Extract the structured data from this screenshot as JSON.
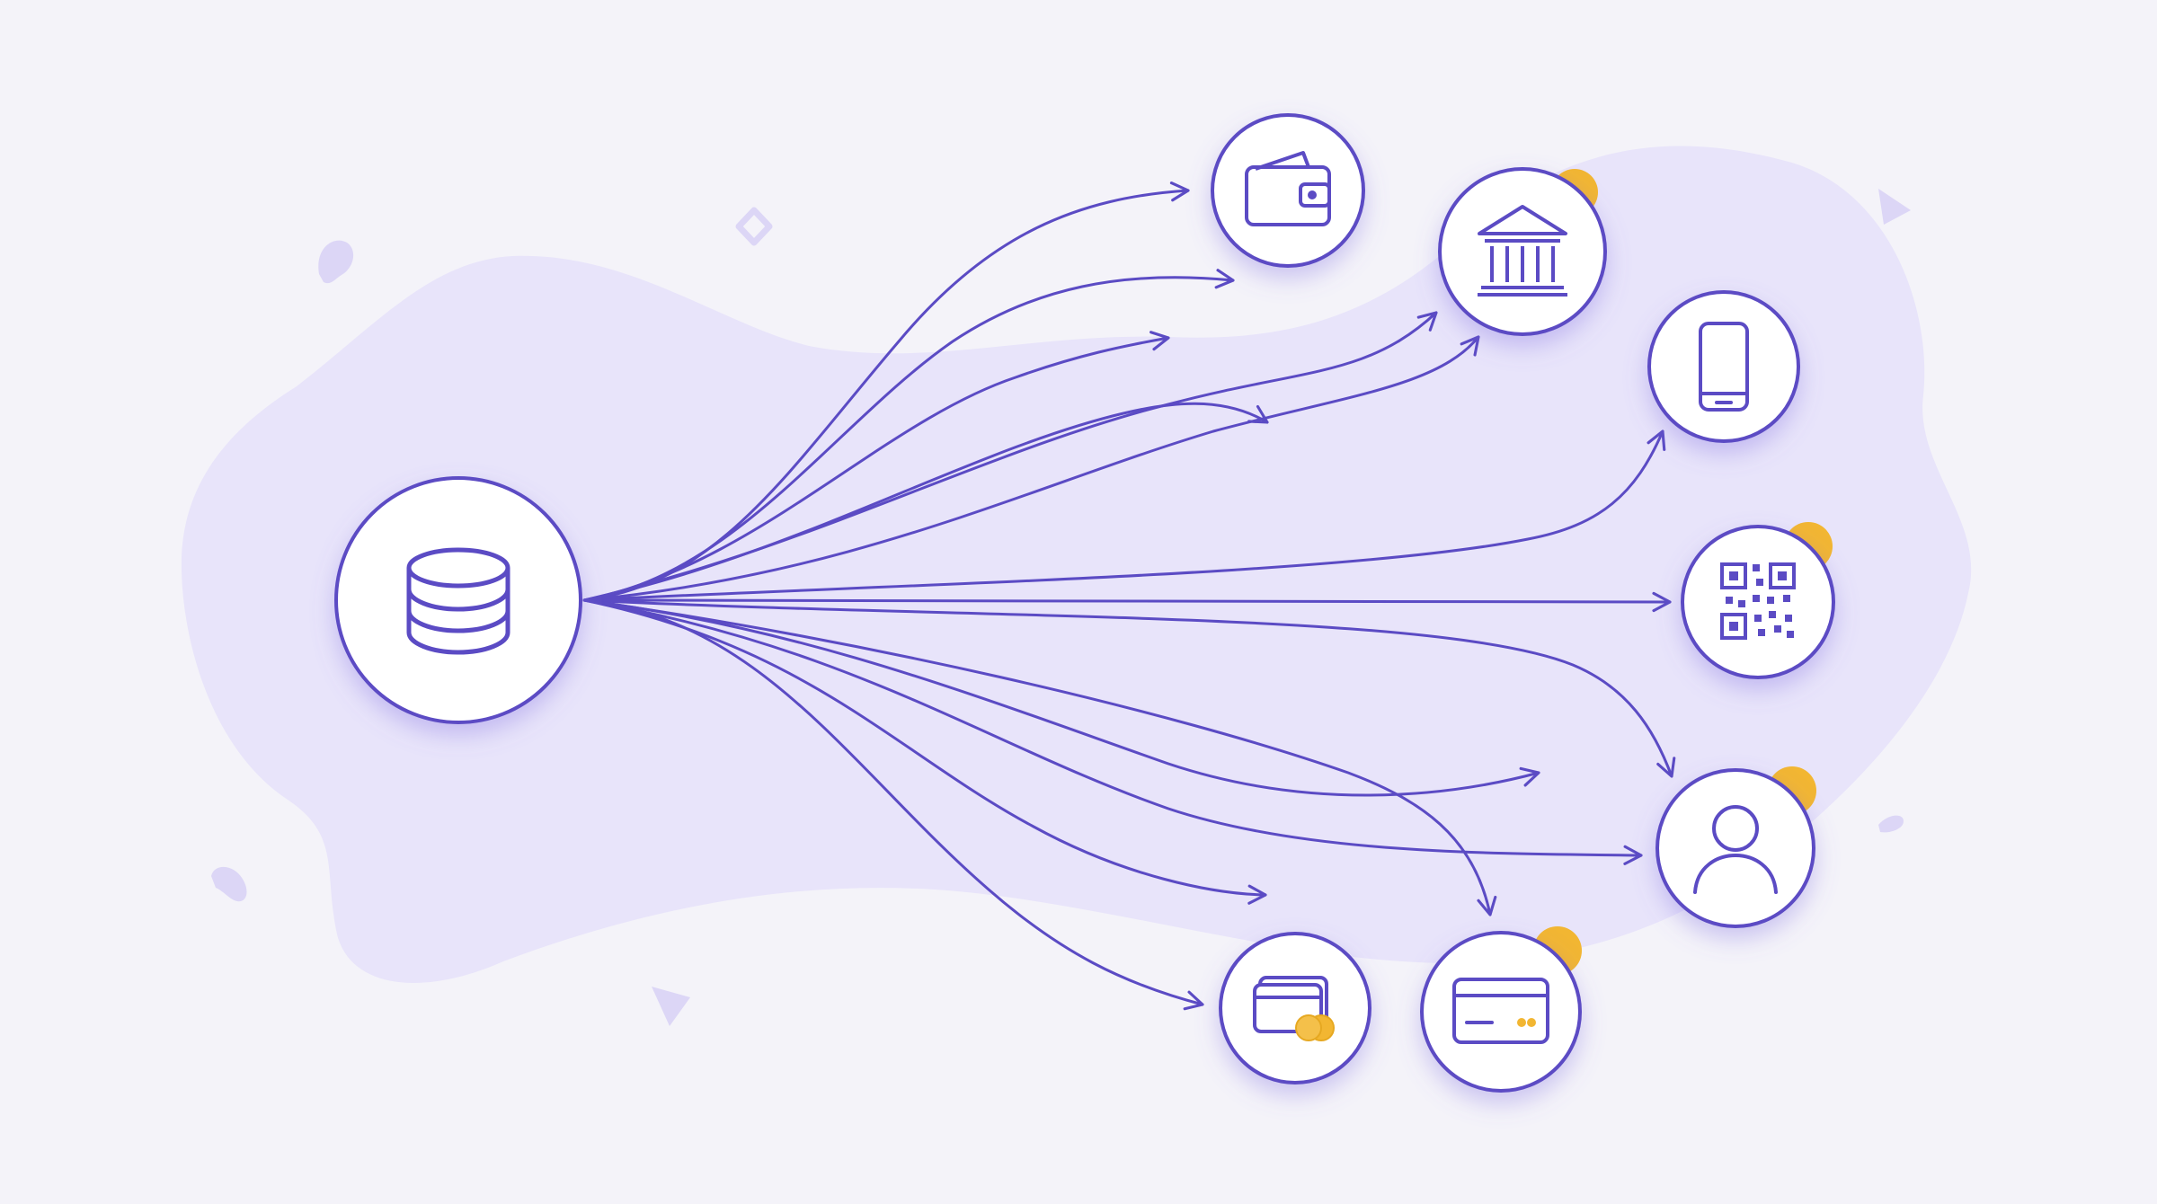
{
  "diagram": {
    "source": {
      "icon": "database-icon"
    },
    "destinations": [
      {
        "id": "wallet",
        "icon": "wallet-icon",
        "badge": false
      },
      {
        "id": "bank",
        "icon": "bank-icon",
        "badge": true
      },
      {
        "id": "mobile",
        "icon": "smartphone-icon",
        "badge": false
      },
      {
        "id": "qr",
        "icon": "qr-code-icon",
        "badge": true
      },
      {
        "id": "user",
        "icon": "user-icon",
        "badge": true
      },
      {
        "id": "card-cash",
        "icon": "card-with-coins-icon",
        "badge": false
      },
      {
        "id": "credit-card",
        "icon": "credit-card-icon",
        "badge": true
      }
    ]
  },
  "colors": {
    "background": "#f4f3f9",
    "blob": "#e8e4fa",
    "accent": "#5b4bc4",
    "badge": "#f2b632",
    "node_fill": "#ffffff"
  }
}
